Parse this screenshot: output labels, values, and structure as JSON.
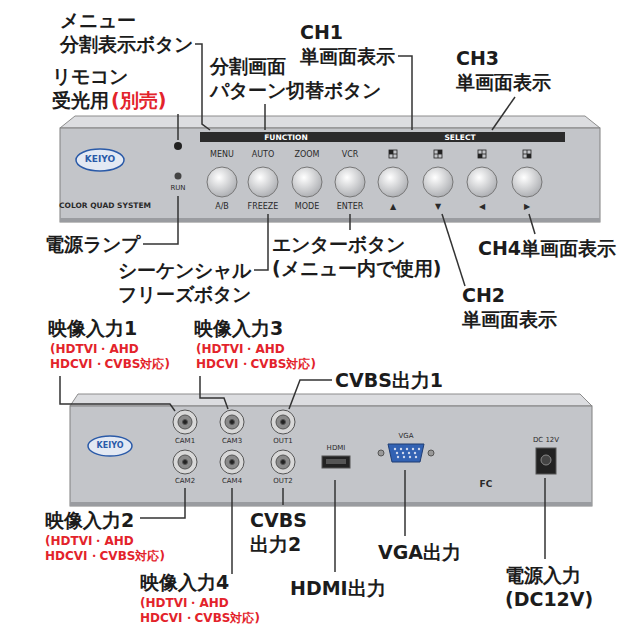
{
  "diagram": {
    "labels": [
      "メニュー 分割表示ボタン",
      "リモコン 受光用",
      "(別売)",
      "分割画面 パターン切替ボタン",
      "CH1 単画面表示",
      "CH3 単画面表示",
      "KEIYO",
      "COLOR QUAD SYSTEM",
      "FUNCTION",
      "SELECT",
      "MENU",
      "AUTO",
      "ZOOM",
      "VCR",
      "RUN",
      "A/B",
      "FREEZE",
      "MODE",
      "ENTER",
      "▲",
      "▼",
      "◀",
      "▶",
      "電源ランプ",
      "シーケンシャル フリーズボタン",
      "エンターボタン (メニュー内で使用)",
      "CH4単画面表示",
      "CH2 単画面表示",
      "映像入力1",
      "(HDTVI・AHD HDCVI・CVBS対応)",
      "映像入力3",
      "(HDTVI・AHD HDCVI・CVBS対応)",
      "CVBS出力1",
      "KEIYO",
      "CAM1",
      "CAM3",
      "OUT1",
      "CAM2",
      "CAM4",
      "OUT2",
      "HDMI",
      "VGA",
      "DC 12V",
      "FC",
      "映像入力2",
      "(HDTVI・AHD HDCVI・CVBS対応)",
      "CVBS 出力2",
      "映像入力4",
      "(HDTVI・AHD HDCVI・CVBS対応)",
      "HDMI出力",
      "VGA出力",
      "電源入力 (DC12V)"
    ]
  }
}
